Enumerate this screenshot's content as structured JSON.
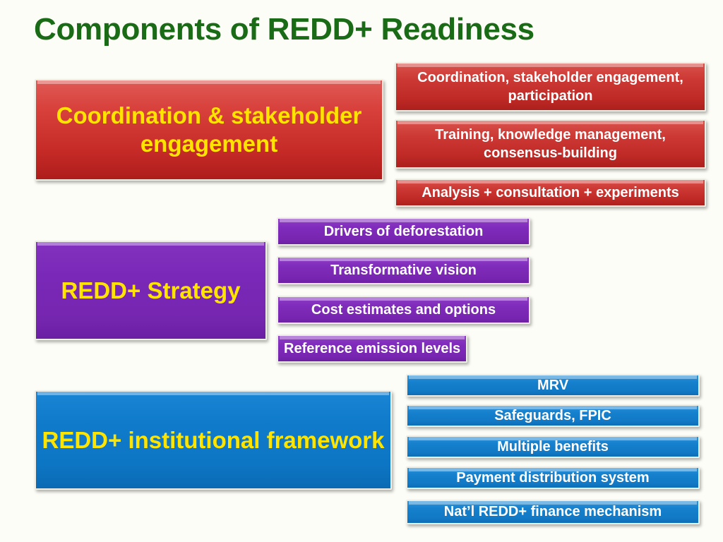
{
  "slide": {
    "title": "Components of REDD+ Readiness",
    "title_color": "#1a6b16",
    "background_color": "#fdfdf7"
  },
  "groups": [
    {
      "id": "coordination",
      "accent_color": "#c52a27",
      "main_label": "Coordination & stakeholder engagement",
      "main_text_color": "#ffe400",
      "items": [
        {
          "label": "Coordination, stakeholder engagement, participation"
        },
        {
          "label": "Training, knowledge management, consensus-building"
        },
        {
          "label": "Analysis + consultation + experiments"
        }
      ]
    },
    {
      "id": "strategy",
      "accent_color": "#7a28b8",
      "main_label": "REDD+ Strategy",
      "main_text_color": "#ffe400",
      "items": [
        {
          "label": "Drivers of deforestation"
        },
        {
          "label": "Transformative vision"
        },
        {
          "label": "Cost estimates and options"
        },
        {
          "label": "Reference emission levels"
        }
      ]
    },
    {
      "id": "institutional",
      "accent_color": "#0f7bca",
      "main_label": "REDD+ institutional framework",
      "main_text_color": "#ffe400",
      "items": [
        {
          "label": "MRV"
        },
        {
          "label": "Safeguards, FPIC"
        },
        {
          "label": "Multiple benefits"
        },
        {
          "label": "Payment distribution system"
        },
        {
          "label": "Nat’l REDD+ finance mechanism"
        }
      ]
    }
  ]
}
